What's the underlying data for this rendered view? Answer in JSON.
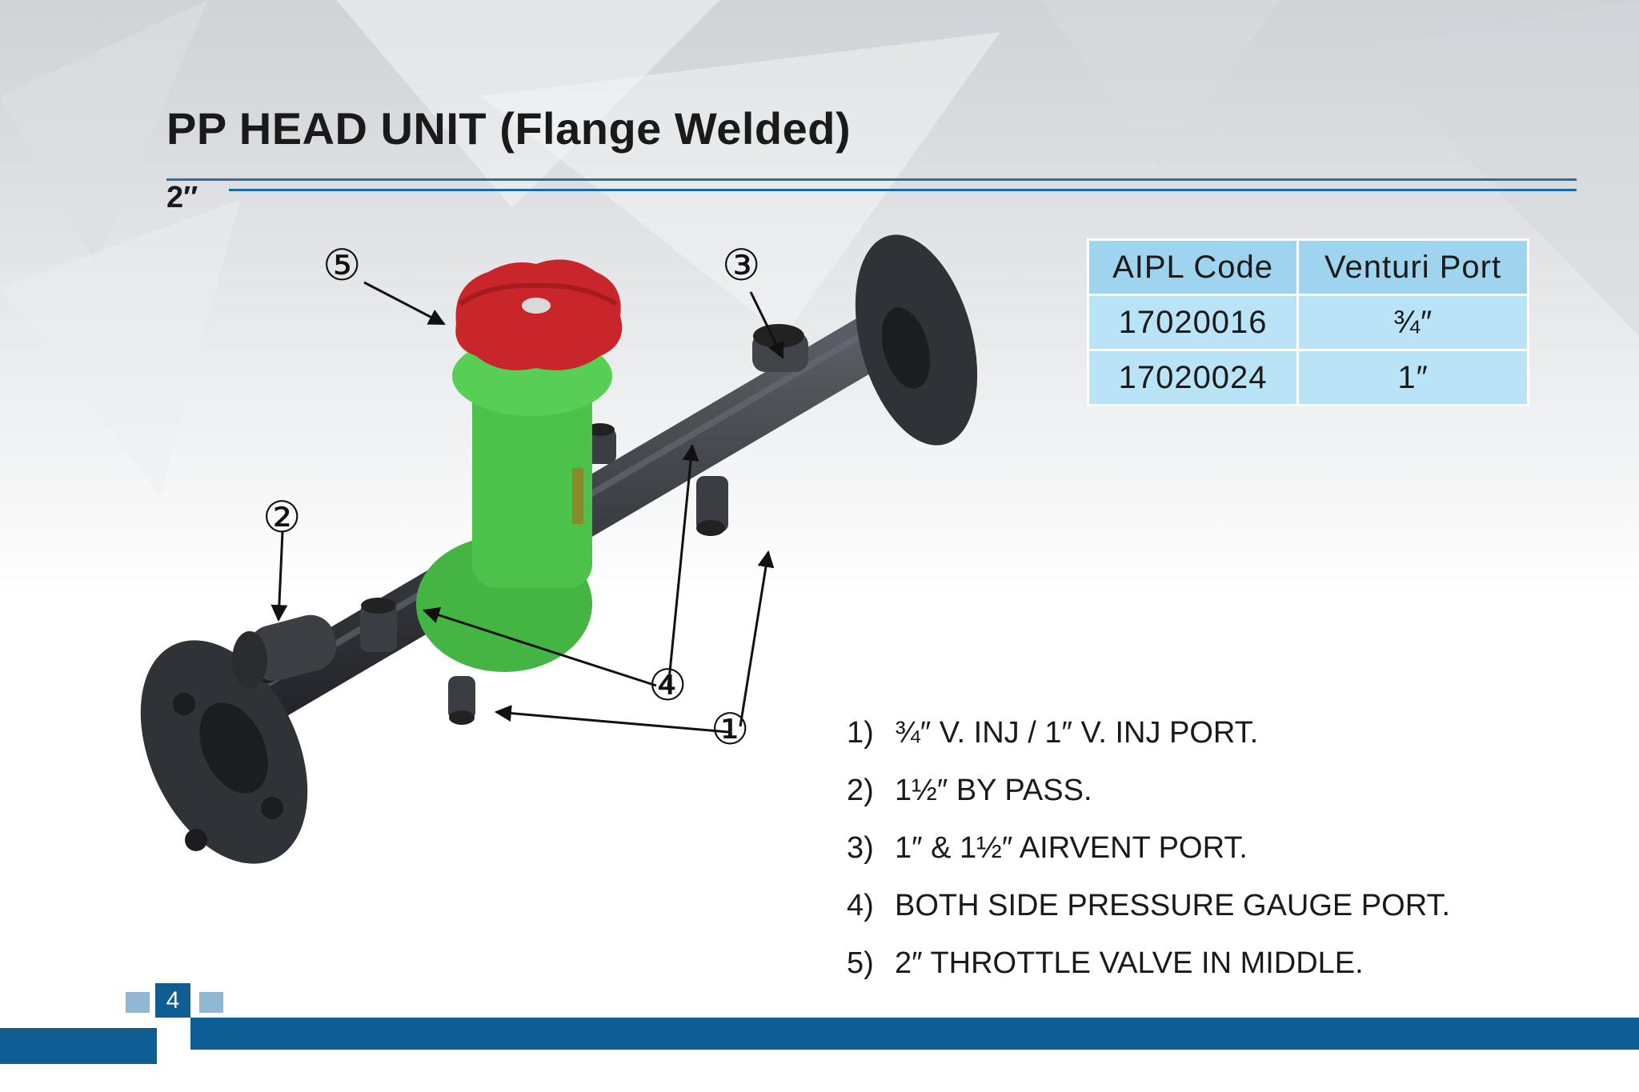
{
  "title": "PP HEAD UNIT (Flange Welded)",
  "size": "2″",
  "table": {
    "headers": [
      "AIPL  Code",
      "Venturi Port"
    ],
    "rows": [
      [
        "17020016",
        "¾″"
      ],
      [
        "17020024",
        "1″"
      ]
    ]
  },
  "callouts": [
    "①",
    "②",
    "③",
    "④",
    "⑤"
  ],
  "features": [
    {
      "num": "1)",
      "text": "¾″ V. INJ / 1″ V. INJ PORT."
    },
    {
      "num": "2)",
      "text": "1½″ BY PASS."
    },
    {
      "num": "3)",
      "text": "1″ & 1½″ AIRVENT  PORT."
    },
    {
      "num": "4)",
      "text": "BOTH SIDE PRESSURE GAUGE PORT."
    },
    {
      "num": "5)",
      "text": "2″ THROTTLE VALVE IN MIDDLE."
    }
  ],
  "page_number": "4",
  "colors": {
    "accent": "#0e5d93",
    "table_bg": "#b9e3f6",
    "valve_handle": "#c8262a",
    "valve_body": "#4cc24a",
    "pipe": "#3a3d42"
  }
}
